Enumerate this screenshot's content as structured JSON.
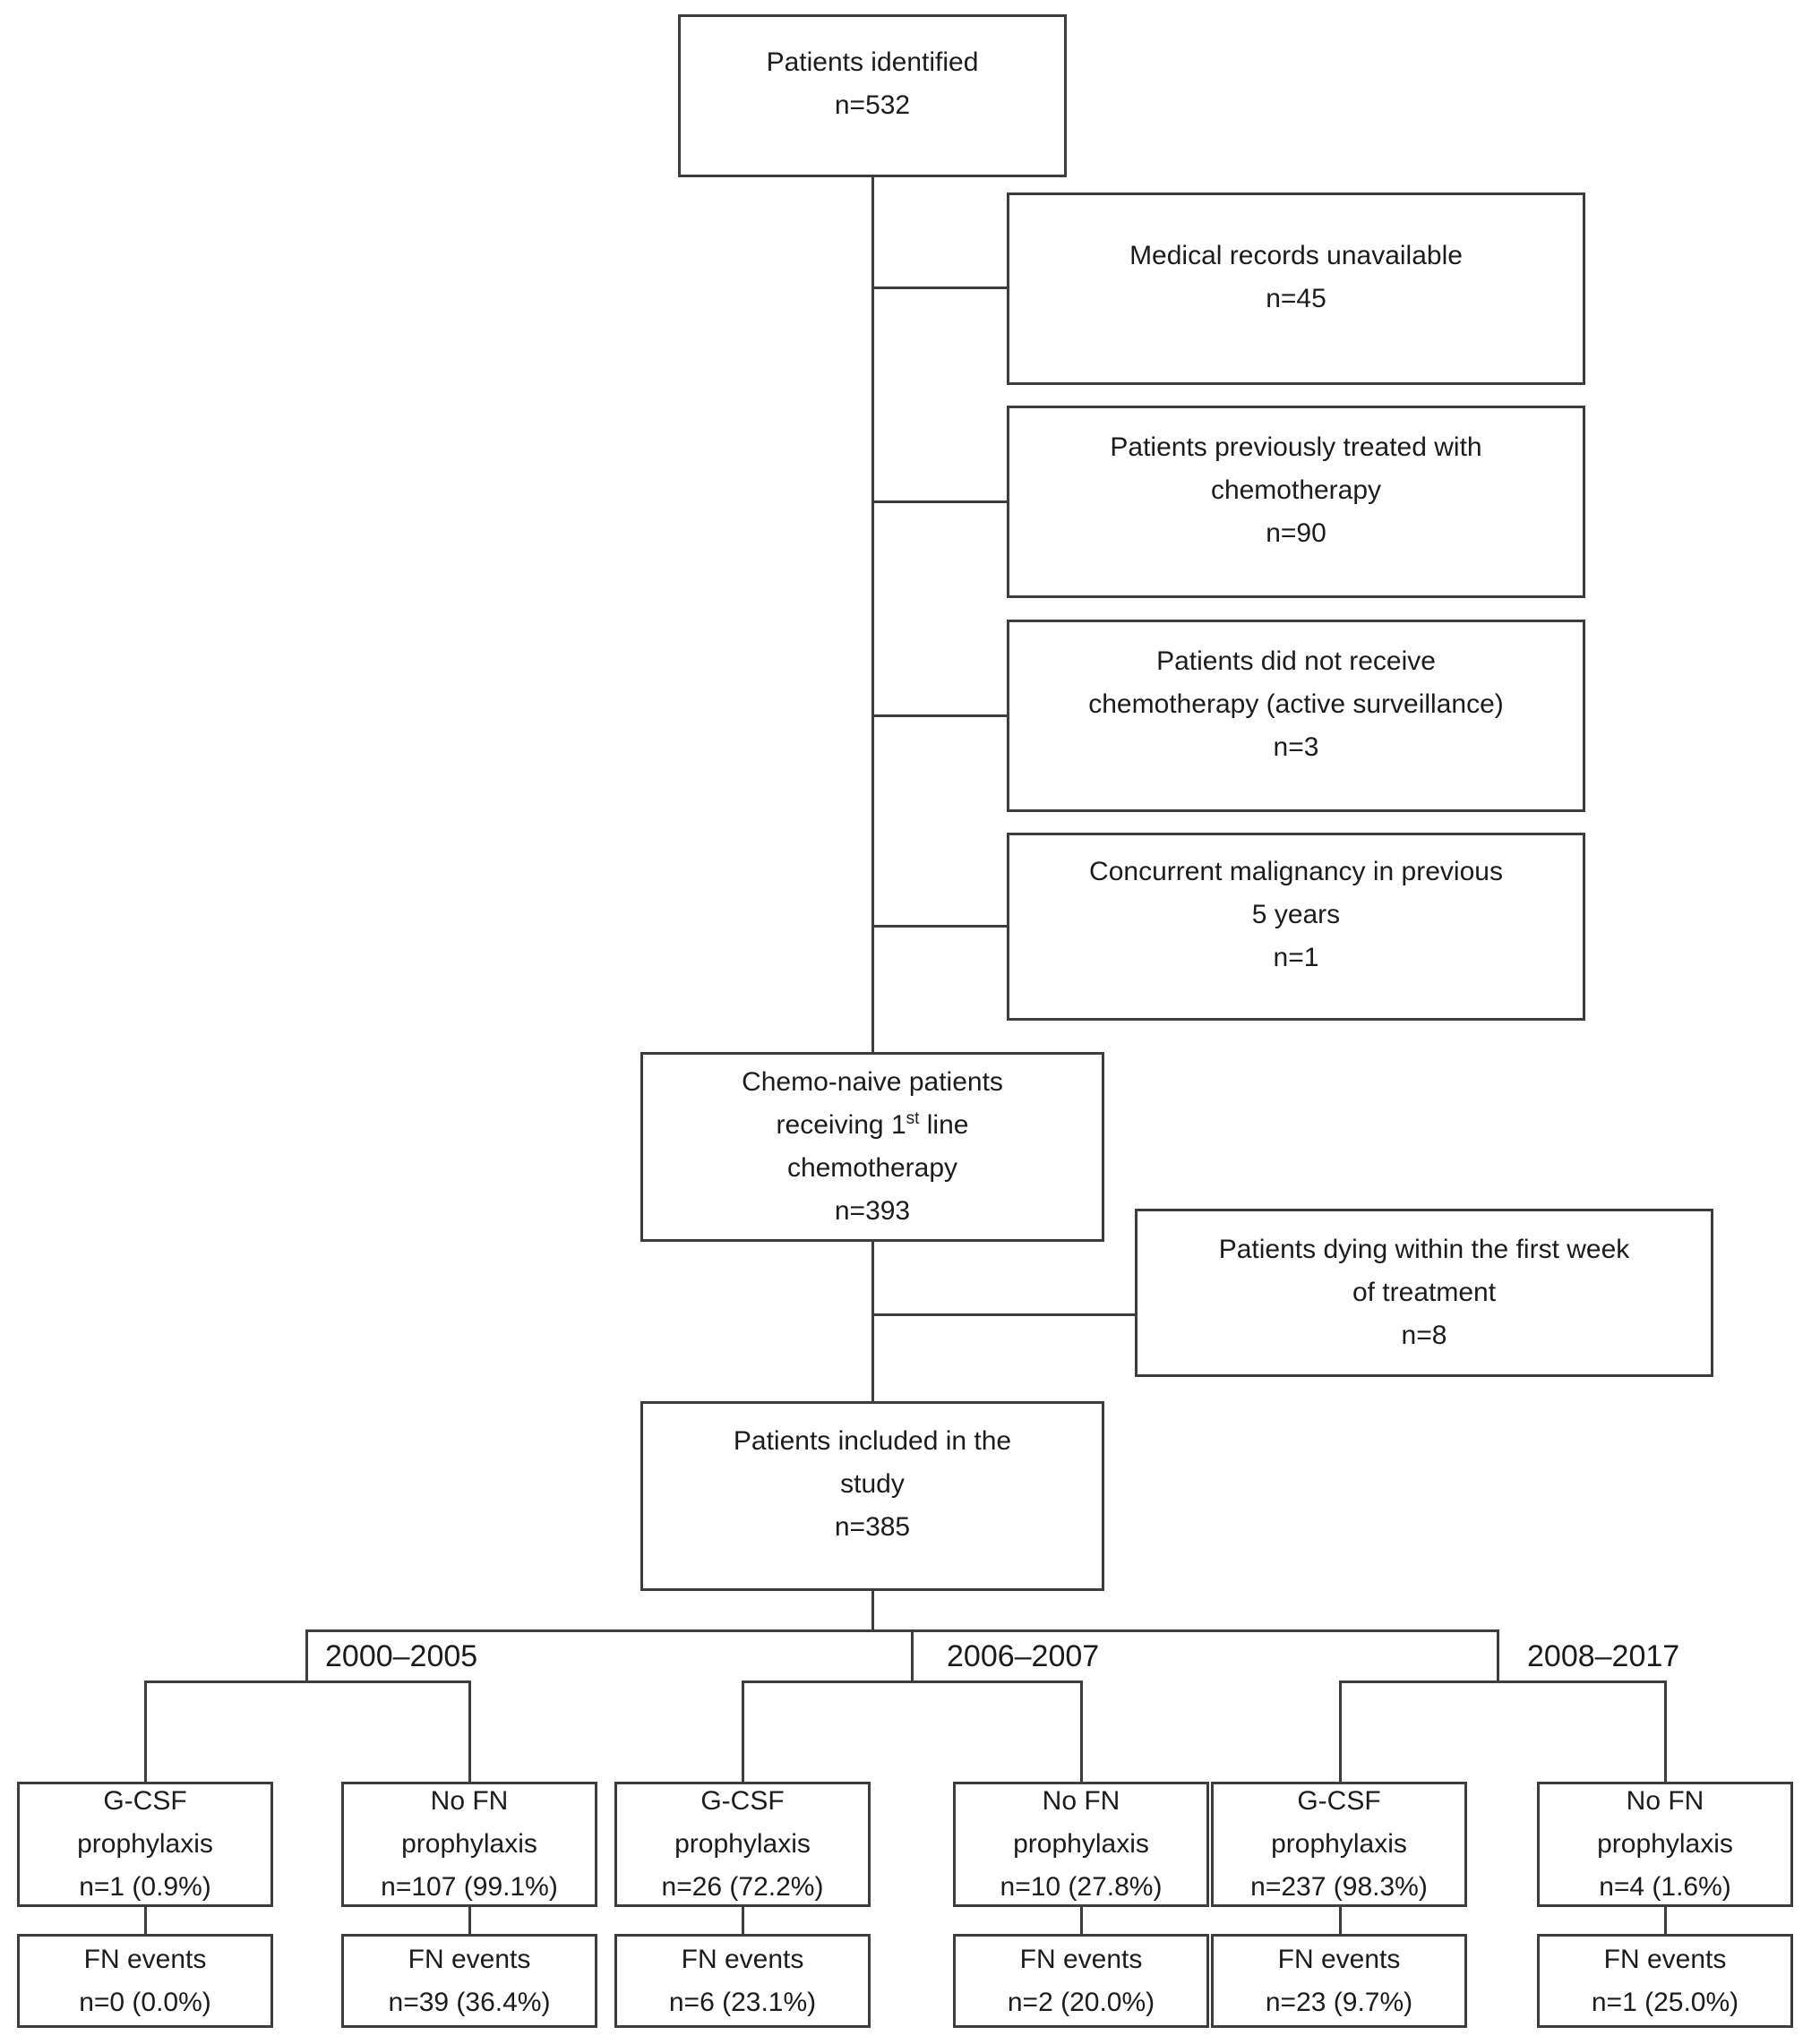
{
  "figure_colors": {
    "line": "#3d3d3d",
    "text": "#1c1c1c",
    "background": "#ffffff"
  },
  "nodes": {
    "identified": {
      "lines": [
        "Patients identified",
        "n=532"
      ]
    },
    "exclusions": [
      {
        "lines": [
          "Medical records unavailable",
          "n=45"
        ]
      },
      {
        "lines": [
          "Patients previously treated with",
          "chemotherapy",
          "n=90"
        ]
      },
      {
        "lines": [
          "Patients did not receive",
          "chemotherapy (active surveillance)",
          "n=3"
        ]
      },
      {
        "lines": [
          "Concurrent malignancy in previous",
          "5 years",
          "n=1"
        ]
      }
    ],
    "chemo_naive": {
      "line1": "Chemo-naive patients",
      "line2_pre": "receiving 1",
      "line2_sup": "st",
      "line2_post": " line",
      "line3": "chemotherapy",
      "line4": "n=393"
    },
    "dying": {
      "lines": [
        "Patients dying within the first week",
        "of treatment",
        "n=8"
      ]
    },
    "included": {
      "lines": [
        "Patients included in the",
        "study",
        "n=385"
      ]
    }
  },
  "periods": [
    {
      "label": "2000–2005",
      "prophylaxis": [
        {
          "lines": [
            "G-CSF",
            "prophylaxis",
            "n=1 (0.9%)"
          ],
          "fn": [
            "FN events",
            "n=0 (0.0%)"
          ]
        },
        {
          "lines": [
            "No FN",
            "prophylaxis",
            "n=107 (99.1%)"
          ],
          "fn": [
            "FN events",
            "n=39 (36.4%)"
          ]
        }
      ]
    },
    {
      "label": "2006–2007",
      "prophylaxis": [
        {
          "lines": [
            "G-CSF",
            "prophylaxis",
            "n=26 (72.2%)"
          ],
          "fn": [
            "FN events",
            "n=6 (23.1%)"
          ]
        },
        {
          "lines": [
            "No FN",
            "prophylaxis",
            "n=10 (27.8%)"
          ],
          "fn": [
            "FN events",
            "n=2 (20.0%)"
          ]
        }
      ]
    },
    {
      "label": "2008–2017",
      "prophylaxis": [
        {
          "lines": [
            "G-CSF",
            "prophylaxis",
            "n=237 (98.3%)"
          ],
          "fn": [
            "FN events",
            "n=23 (9.7%)"
          ]
        },
        {
          "lines": [
            "No FN",
            "prophylaxis",
            "n=4 (1.6%)"
          ],
          "fn": [
            "FN events",
            "n=1 (25.0%)"
          ]
        }
      ]
    }
  ]
}
